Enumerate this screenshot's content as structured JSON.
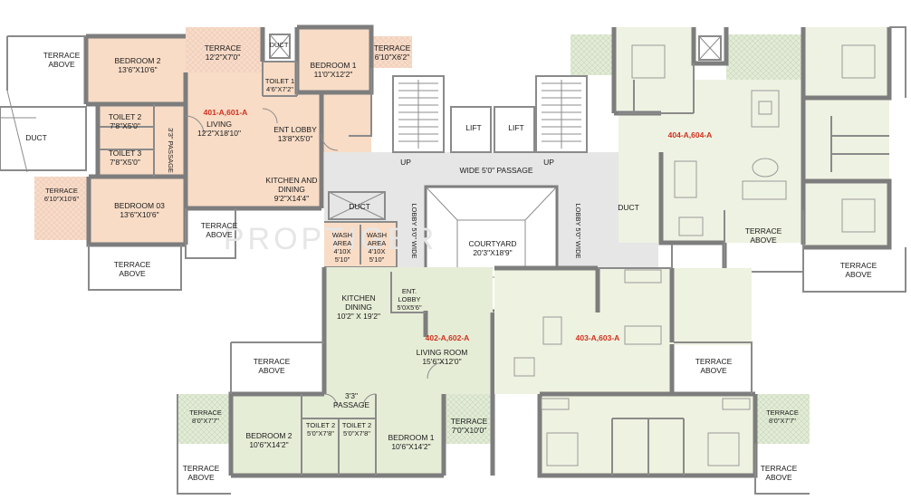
{
  "watermark": "PROPTIGER",
  "units": {
    "u401": "401-A,601-A",
    "u402": "402-A,602-A",
    "u403": "403-A,603-A",
    "u404": "404-A,604-A"
  },
  "rooms": {
    "terrace_above": "TERRACE\nABOVE",
    "t401_bedroom2": "BEDROOM 2\n13'6\"X10'6\"",
    "t401_terrace_top": "TERRACE\n12'2\"X7'0\"",
    "t401_toilet1": "TOILET 1\n4'6\"X7'2\"",
    "t401_bedroom1": "BEDROOM 1\n11'0\"X12'2\"",
    "t401_terrace_right": "TERRACE\n6'10\"X6'2\"",
    "duct": "DUCT",
    "t401_toilet2": "TOILET 2\n7'8\"X5'0\"",
    "t401_toilet3": "TOILET 3\n7'8\"X5'0\"",
    "t401_passage": "3'3\"\nPASSAGE",
    "t401_living": "LIVING\n12'2\"X18'10\"",
    "t401_entlobby": "ENT LOBBY\n13'8\"X5'0\"",
    "t401_terrace_left": "TERRACE\n6'10\"X10'6\"",
    "t401_bedroom3": "BEDROOM  03\n13'6\"X10'6\"",
    "t401_kitchen": "KITCHEN AND\nDINING\n9'2\"X14'4\"",
    "lift": "LIFT",
    "up": "UP",
    "passage_wide": "WIDE 5'0\" PASSAGE",
    "lobby_wide": "LOBBY 5'0\" WIDE",
    "courtyard": "COURTYARD\n20'3\"X18'9\"",
    "wash_area": "WASH\nAREA\n4'10X\n5'10\"",
    "t402_kitchen": "KITCHEN\nDINING\n10'2\" X 19'2\"",
    "t402_entlobby": "ENT.\nLOBBY\n5'0X5'6\"",
    "t402_living": "LIVING ROOM\n15'6\"X12'0\"",
    "t402_passage": "3'3\"\nPASSAGE",
    "t402_terrace_left": "TERRACE\n8'0\"X7'7\"",
    "t402_bedroom2": "BEDROOM 2\n10'6\"X14'2\"",
    "t402_toilet2": "TOILET 2\n5'0\"X7'8\"",
    "t402_bedroom1": "BEDROOM 1\n10'6\"X14'2\"",
    "t402_terrace_right": "TERRACE\n7'0\"X10'0\"",
    "t403_terrace_right": "TERRACE\n8'0\"X7'7\""
  },
  "colors": {
    "unit_401": "#f8dcc6",
    "unit_402": "#e6edd6",
    "unit_403": "#eef2e0",
    "unit_404": "#eef2e2",
    "common": "#e8e8e8",
    "terrace": "#dde9d0",
    "unit_label": "#d0311f"
  }
}
